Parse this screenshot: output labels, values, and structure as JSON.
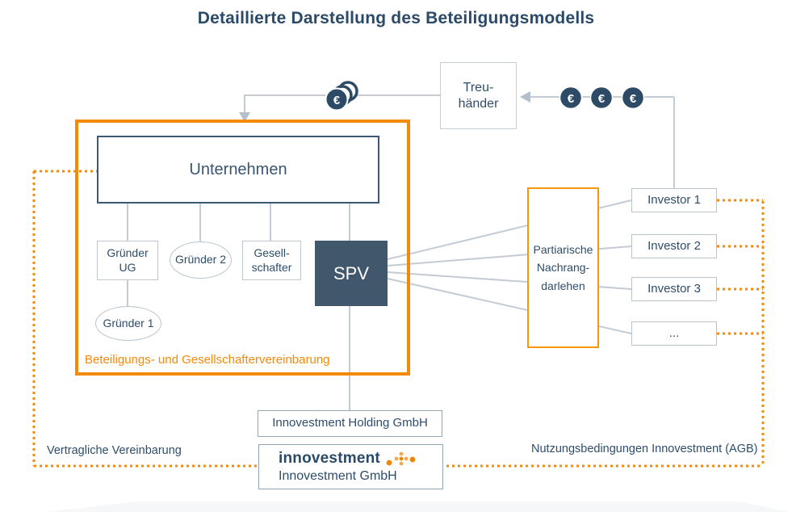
{
  "title": "Detaillierte Darstellung des Beteiligungsmodells",
  "icons": {
    "euro": "€",
    "logo_dots": "orange-dots-cluster",
    "arrow": "gray-arrowhead"
  },
  "colors": {
    "navy_text": "#2e4d6b",
    "title_navy": "#2b4a68",
    "orange": "#f5890a",
    "line_gray": "#c3ccd4",
    "spv_fill": "#41586c",
    "coin_navy": "#2d4a66",
    "dark_border": "#3c5872"
  },
  "nodes": {
    "treuhaender": {
      "line1": "Treu-",
      "line2": "händer"
    },
    "unternehmen": {
      "label": "Unternehmen"
    },
    "gruender_ug": {
      "line1": "Gründer",
      "line2": "UG"
    },
    "gruender2": {
      "label": "Gründer 2"
    },
    "gesellschafter": {
      "line1": "Gesell-",
      "line2": "schafter"
    },
    "spv": {
      "label": "SPV"
    },
    "gruender1": {
      "label": "Gründer 1"
    },
    "partiarische": {
      "line1": "Partiarische",
      "line2": "Nachrang-",
      "line3": "darlehen"
    },
    "investors": [
      "Investor 1",
      "Investor 2",
      "Investor 3",
      "..."
    ],
    "holding": {
      "label": "Innovestment Holding GmbH"
    },
    "innovestment": {
      "logo_text": "innovestment",
      "company": "Innovestment GmbH"
    }
  },
  "labels": {
    "beteiligung": "Beteiligungs- und Gesellschaftervereinbarung",
    "vertraglich": "Vertragliche Vereinbarung",
    "nutzung": "Nutzungsbedingungen Innovestment (AGB)"
  }
}
